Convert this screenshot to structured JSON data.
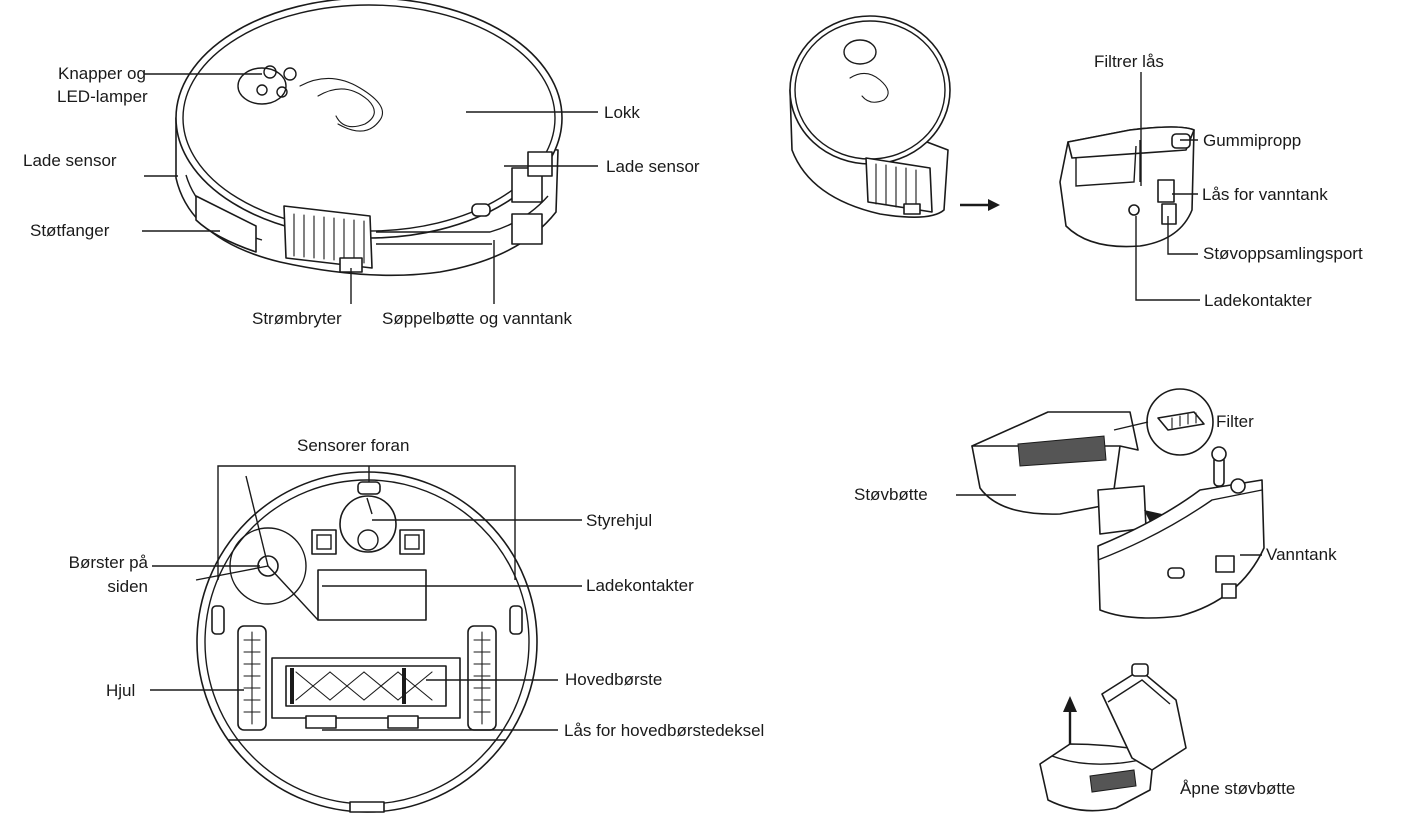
{
  "diagrams": {
    "top_robot": {
      "labels": {
        "buttons_led_line1": "Knapper og",
        "buttons_led_line2": "LED-lamper",
        "charge_sensor_left": "Lade sensor",
        "bumper": "Støtfanger",
        "lid": "Lokk",
        "charge_sensor_right": "Lade sensor",
        "power_switch": "Strømbryter",
        "bin_and_tank": "Søppelbøtte og vanntank"
      }
    },
    "bin_removal": {
      "labels": {
        "filter_lock": "Filtrer lås",
        "rubber_plug": "Gummipropp",
        "tank_lock": "Lås for vanntank",
        "dust_port": "Støvoppsamlingsport",
        "charge_contacts": "Ladekontakter"
      }
    },
    "bottom_robot": {
      "labels": {
        "front_sensors": "Sensorer foran",
        "steering_wheel": "Styrehjul",
        "side_brush_line1": "Børster på",
        "side_brush_line2": "siden",
        "charge_contacts": "Ladekontakter",
        "wheel": "Hjul",
        "main_brush": "Hovedbørste",
        "main_brush_cover_lock": "Lås for hovedbørstedeksel"
      }
    },
    "bin_parts": {
      "labels": {
        "filter": "Filter",
        "dust_bin": "Støvbøtte",
        "water_tank": "Vanntank"
      }
    },
    "open_bin": {
      "labels": {
        "open_dust_bin": "Åpne støvbøtte"
      }
    }
  }
}
